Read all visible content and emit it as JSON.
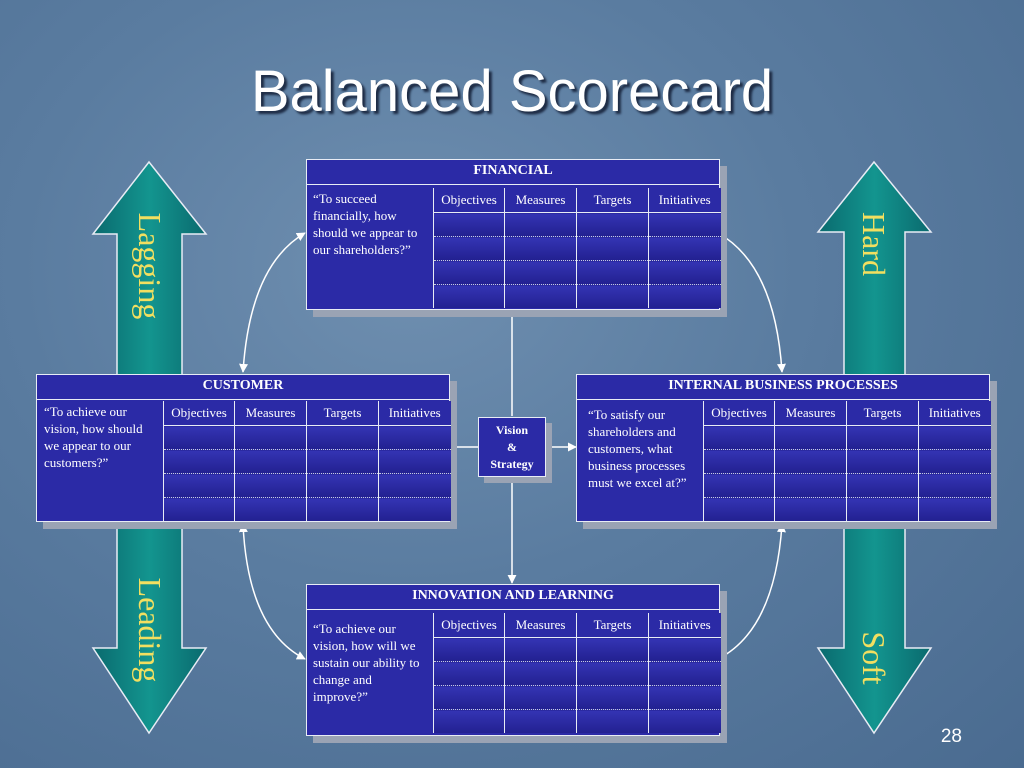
{
  "title": "Balanced Scorecard",
  "page_number": "28",
  "arrows": {
    "left_top": "Lagging",
    "left_bottom": "Leading",
    "right_top": "Hard",
    "right_bottom": "Soft"
  },
  "columns": [
    "Objectives",
    "Measures",
    "Targets",
    "Initiatives"
  ],
  "boxes": {
    "financial": {
      "heading": "FINANCIAL",
      "question": "“To succeed financially, how should we appear to our shareholders?”"
    },
    "customer": {
      "heading": "CUSTOMER",
      "question": "“To achieve our vision, how should we appear to our customers?”"
    },
    "internal": {
      "heading": "INTERNAL BUSINESS PROCESSES",
      "question": "“To satisfy our shareholders and customers, what business processes must we excel at?”"
    },
    "innovation": {
      "heading": "INNOVATION AND LEARNING",
      "question": "“To achieve our vision, how will we sustain our ability to change and improve?”"
    }
  },
  "center": {
    "line1": "Vision",
    "line2": "&",
    "line3": "Strategy"
  },
  "colors": {
    "box_fill": "#2b2aa6",
    "arrow_fill": "#0f7f7f",
    "arrow_label": "#f2df60",
    "connector": "#ffffff"
  }
}
